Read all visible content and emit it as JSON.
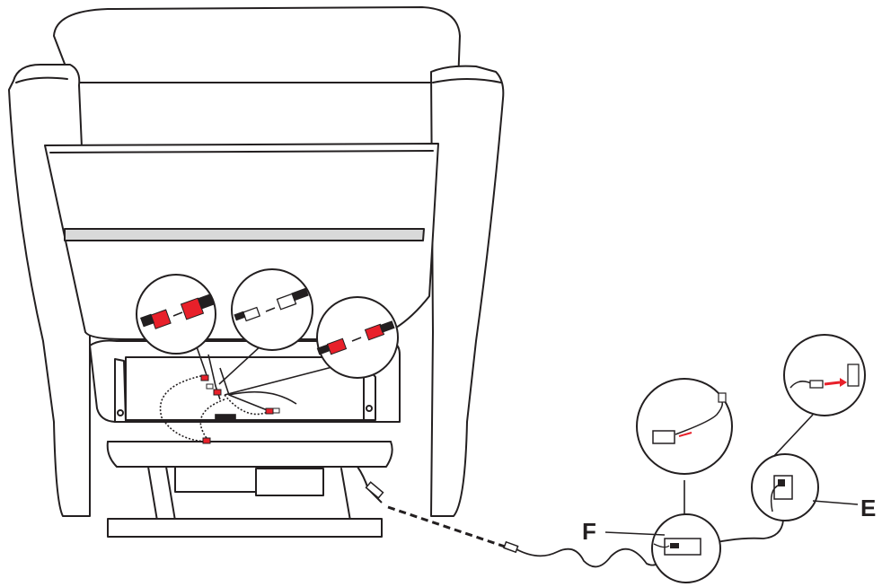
{
  "labels": {
    "f": "F",
    "e": "E"
  },
  "colors": {
    "stroke": "#231f20",
    "accent_red": "#e8202a",
    "grey_band": "#d9d9d9",
    "background": "#ffffff"
  },
  "icons": {
    "chair": "recliner-chair-rear-view",
    "connectors": "cable-connector-icons",
    "adapter": "power-adapter-icon",
    "outlet": "wall-outlet-icon"
  }
}
